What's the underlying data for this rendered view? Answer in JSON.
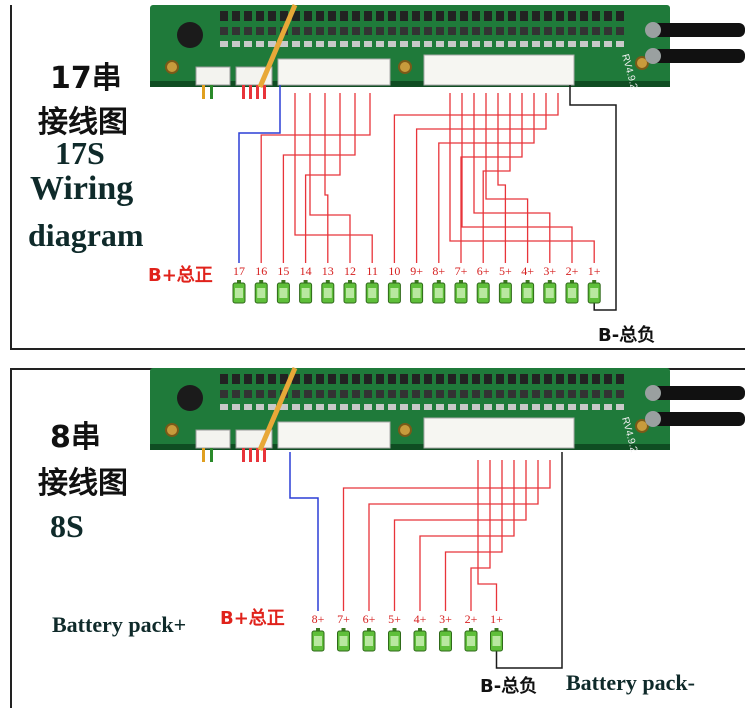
{
  "diagrams": [
    {
      "id": "top",
      "title_cn_line1": "17串",
      "title_cn_line2": "接线图",
      "title_en_line1": "17S",
      "title_en_line2": "Wiring",
      "title_en_line3": "diagram",
      "plus_label": "B+总正",
      "minus_label": "B-总负",
      "pack_plus_label": "",
      "pack_minus_label": "",
      "board_text": "RV4.9.2",
      "cell_labels": [
        "17",
        "16",
        "15",
        "14",
        "13",
        "12",
        "11",
        "10",
        "9+",
        "8+",
        "7+",
        "6+",
        "5+",
        "4+",
        "3+",
        "2+",
        "1+"
      ]
    },
    {
      "id": "bottom",
      "title_cn_line1": "8串",
      "title_cn_line2": "接线图",
      "title_en_line1": "8S",
      "title_en_line2": "",
      "title_en_line3": "",
      "plus_label": "B+总正",
      "minus_label": "B-总负",
      "pack_plus_label": "Battery pack+",
      "pack_minus_label": "Battery pack-",
      "board_text": "RV4.9.2",
      "cell_labels": [
        "8+",
        "7+",
        "6+",
        "5+",
        "4+",
        "3+",
        "2+",
        "1+"
      ]
    }
  ],
  "colors": {
    "wire_red": "#e8343a",
    "wire_blue": "#2b3fd6",
    "wire_black": "#1a1a1a",
    "pcb_green": "#1f7a3a",
    "battery_green": "#5fbf3a"
  }
}
